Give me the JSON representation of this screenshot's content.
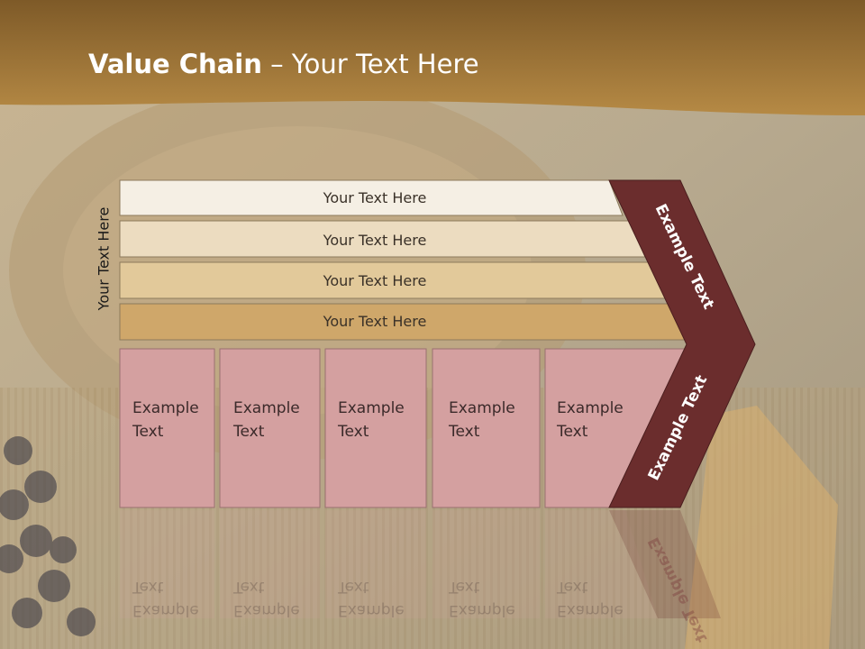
{
  "title": {
    "bold": "Value Chain",
    "rest": " – Your Text Here"
  },
  "side_label": "Your Text Here",
  "rows": [
    "Your Text Here",
    "Your Text Here",
    "Your Text Here",
    "Your Text Here"
  ],
  "cells": [
    [
      "Example",
      "Text"
    ],
    [
      "Example",
      "Text"
    ],
    [
      "Example",
      "Text"
    ],
    [
      "Example",
      "Text"
    ],
    [
      "Example",
      "Text"
    ]
  ],
  "chevron": {
    "upper": "Example Text",
    "lower": "Example Text"
  },
  "colors": {
    "header_band": "#a87b36",
    "row_fills": [
      "#f5efe4",
      "#ecdcc0",
      "#e2c99a",
      "#cfa76a"
    ],
    "cell_fill": "#d4a0a0",
    "chevron_fill": "#6b2d2d",
    "title_text": "#ffffff"
  }
}
